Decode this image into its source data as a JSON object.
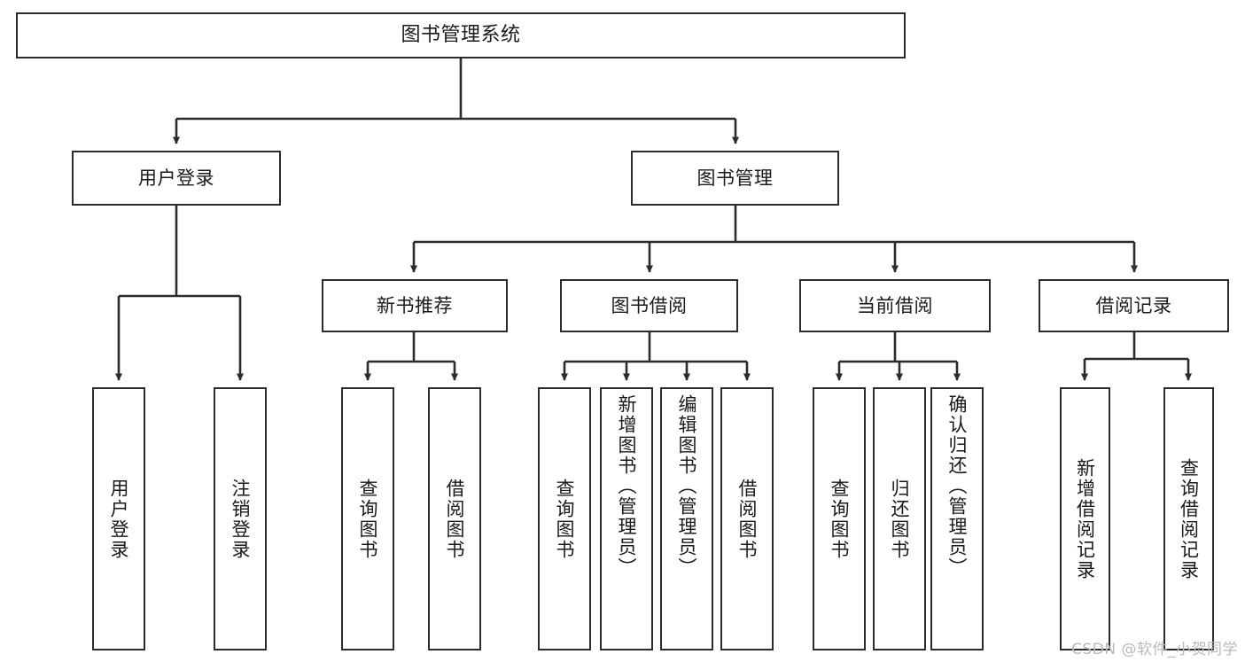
{
  "diagram": {
    "title": "图书管理系统",
    "type": "tree-hierarchy",
    "orientation": "top-down",
    "colors": {
      "box_border": "#2b2b2b",
      "box_fill": "#ffffff",
      "edge": "#2b2b2b",
      "text": "#1a1a1a",
      "watermark": "#b9b9b9",
      "background": "#ffffff"
    },
    "root": {
      "label": "图书管理系统"
    },
    "level1": [
      {
        "label": "用户登录"
      },
      {
        "label": "图书管理"
      }
    ],
    "level2": [
      {
        "label": "新书推荐"
      },
      {
        "label": "图书借阅"
      },
      {
        "label": "当前借阅"
      },
      {
        "label": "借阅记录"
      }
    ],
    "leaves": {
      "user_login": [
        {
          "label": "用户登录"
        },
        {
          "label": "注销登录"
        }
      ],
      "new_book_recommend": [
        {
          "label": "查询图书"
        },
        {
          "label": "借阅图书"
        }
      ],
      "book_borrow": [
        {
          "label": "查询图书"
        },
        {
          "label": "新增图书（管理员）"
        },
        {
          "label": "编辑图书（管理员）"
        },
        {
          "label": "借阅图书"
        }
      ],
      "current_borrow": [
        {
          "label": "查询图书"
        },
        {
          "label": "归还图书"
        },
        {
          "label": "确认归还（管理员）"
        }
      ],
      "borrow_record": [
        {
          "label": "新增借阅记录"
        },
        {
          "label": "查询借阅记录"
        }
      ]
    }
  },
  "watermark": {
    "text": "CSDN @软件_小贺同学"
  }
}
